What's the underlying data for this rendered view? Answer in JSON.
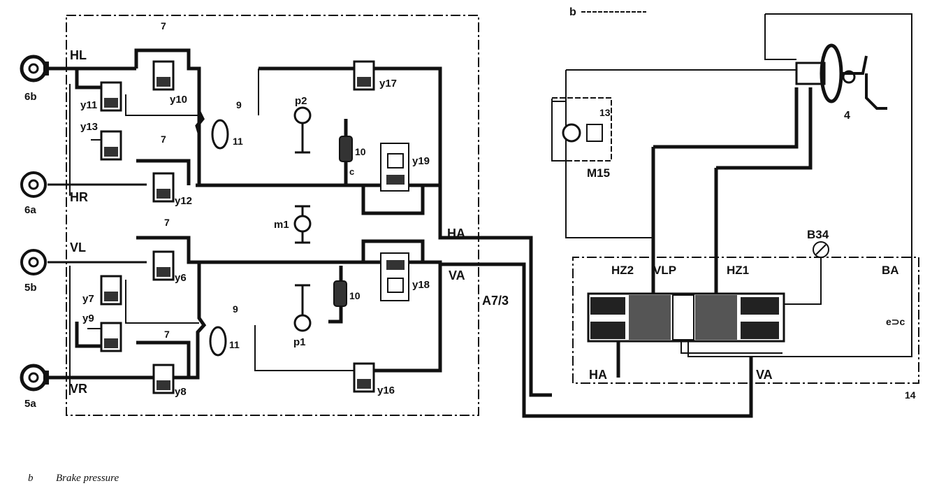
{
  "labels": {
    "HL": "HL",
    "HR": "HR",
    "VL": "VL",
    "VR": "VR",
    "w6b": "6b",
    "w6a": "6a",
    "w5b": "5b",
    "w5a": "5a",
    "y10": "y10",
    "y11": "y11",
    "y13": "y13",
    "y12": "y12",
    "y6": "y6",
    "y7": "y7",
    "y9": "y9",
    "y8": "y8",
    "y17": "y17",
    "y19": "y19",
    "y18": "y18",
    "y16": "y16",
    "c7a": "7",
    "c7b": "7",
    "c7c": "7",
    "c7d": "7",
    "c9a": "9",
    "c9b": "9",
    "c11a": "11",
    "c11b": "11",
    "c10a": "10",
    "c10b": "10",
    "c": "c",
    "p2": "p2",
    "p1": "p1",
    "m1": "m1",
    "HA": "HA",
    "VA": "VA",
    "A73": "A7/3",
    "b": "b",
    "M15": "M15",
    "c13": "13",
    "c4": "4",
    "B34": "B34",
    "HZ2": "HZ2",
    "VLP": "VLP",
    "HZ1": "HZ1",
    "BA": "BA",
    "HA2": "HA",
    "VA2": "VA",
    "ec": "e⊃c",
    "c14": "14"
  },
  "caption": {
    "symbol": "b",
    "text": "Brake pressure"
  }
}
